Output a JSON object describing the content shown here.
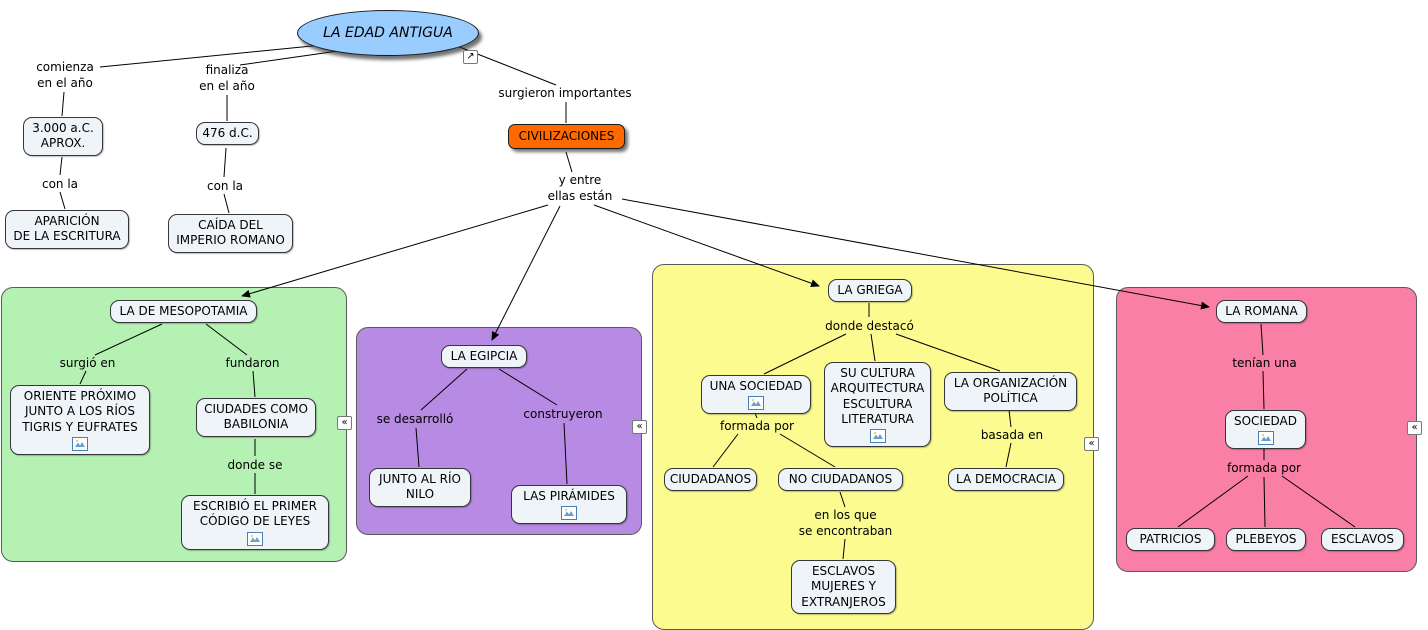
{
  "title": "LA EDAD ANTIGUA",
  "root": {
    "label": "LA EDAD ANTIGUA"
  },
  "labels": {
    "comienza": "comienza\nen el año",
    "finaliza": "finaliza\nen el año",
    "surgieron": "surgieron importantes",
    "con_la_1": "con la",
    "con_la_2": "con la",
    "y_entre": "y entre\nellas están",
    "surgio_en": "surgió en",
    "fundaron": "fundaron",
    "donde_se": "donde se",
    "se_desarrollo": "se desarrolló",
    "construyeron": "construyeron",
    "donde_destaco": "donde destacó",
    "formada_por_1": "formada por",
    "en_los_que": "en los que\nse encontraban",
    "basada_en": "basada en",
    "tenian_una": "tenían una",
    "formada_por_2": "formada por"
  },
  "nodes": {
    "ano_3000": "3.000 a.C.\nAPROX.",
    "ano_476": "476 d.C.",
    "aparicion": "APARICIÓN\nDE LA ESCRITURA",
    "caida": "CAÍDA DEL\nIMPERIO ROMANO",
    "civilizaciones": "CIVILIZACIONES",
    "mesopotamia": "LA DE MESOPOTAMIA",
    "oriente": "ORIENTE PRÓXIMO\nJUNTO A LOS RÍOS\nTIGRIS Y EUFRATES",
    "ciudades": "CIUDADES COMO\nBABILONIA",
    "escribio": "ESCRIBIÓ EL PRIMER\nCÓDIGO DE LEYES",
    "egipcia": "LA EGIPCIA",
    "nilo": "JUNTO AL RÍO\nNILO",
    "piramides": "LAS PIRÁMIDES",
    "griega": "LA GRIEGA",
    "una_sociedad": "UNA SOCIEDAD",
    "su_cultura": "SU CULTURA\nARQUITECTURA\nESCULTURA\nLITERATURA",
    "organizacion": "LA ORGANIZACIÓN\nPOLÍTICA",
    "ciudadanos": "CIUDADANOS",
    "no_ciudadanos": "NO CIUDADANOS",
    "esclavos_mujeres": "ESCLAVOS\nMUJERES Y\nEXTRANJEROS",
    "democracia": "LA DEMOCRACIA",
    "romana": "LA ROMANA",
    "sociedad": "SOCIEDAD",
    "patricios": "PATRICIOS",
    "plebeyos": "PLEBEYOS",
    "esclavos": "ESCLAVOS"
  },
  "icons": {
    "collapse": "«",
    "open_arrow": "↗"
  },
  "colors": {
    "ellipse": "#99ccff",
    "civilizaciones": "#ff6a00",
    "region_green": "#b5f1b3",
    "region_purple": "#b78be4",
    "region_yellow": "#fbfb90",
    "region_pink": "#fa7fa6",
    "node_fill": "#eff4f9",
    "line": "#000000"
  }
}
